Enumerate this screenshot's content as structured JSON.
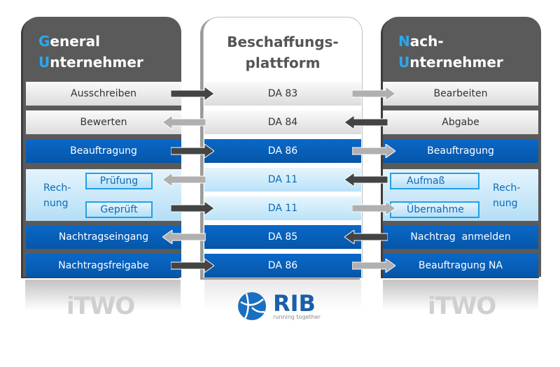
{
  "columns": {
    "general": {
      "line1_initial": "G",
      "line1_rest": "eneral",
      "line2_initial": "U",
      "line2_rest": "nternehmer",
      "logo": "iTWO"
    },
    "platform": {
      "line1": "Beschaffungs-",
      "line2": "plattform",
      "logo_text": "RIB",
      "logo_tagline": "running together"
    },
    "nach": {
      "line1_initial": "N",
      "line1_rest": "ach-",
      "line2_initial": "U",
      "line2_rest": "nternehmer",
      "logo": "iTWO"
    }
  },
  "rows": [
    {
      "left": "Ausschreiben",
      "center": "DA 83",
      "right": "Bearbeiten",
      "style": "light",
      "left_arrow": "right-dark",
      "right_arrow": "right-light"
    },
    {
      "left": "Bewerten",
      "center": "DA 84",
      "right": "Abgabe",
      "style": "light",
      "left_arrow": "left-light",
      "right_arrow": "left-dark"
    },
    {
      "left": "Beauftragung",
      "center": "DA 86",
      "right": "Beauftragung",
      "style": "blue",
      "left_arrow": "right-dark",
      "right_arrow": "right-light"
    },
    {
      "left": "Prüfung",
      "center": "DA 11",
      "right": "Aufmaß",
      "style": "pale",
      "left_arrow": "left-light",
      "right_arrow": "left-dark"
    },
    {
      "left": "Geprüft",
      "center": "DA 11",
      "right": "Übernahme",
      "style": "pale",
      "left_arrow": "right-dark",
      "right_arrow": "right-light"
    },
    {
      "left": "Nachtragseingang",
      "center": "DA 85",
      "right": "Nachtrag  anmelden",
      "style": "blue",
      "left_arrow": "left-light",
      "right_arrow": "left-dark"
    },
    {
      "left": "Nachtragsfreigabe",
      "center": "DA 86",
      "right": "Beauftragung NA",
      "style": "blue",
      "left_arrow": "right-dark",
      "right_arrow": "right-light"
    }
  ],
  "rechnung": {
    "line1": "Rech-",
    "line2": "nung"
  },
  "colors": {
    "accent": "#28a8ef",
    "blue": "#0a68c8",
    "dark_panel": "#5a5a5a",
    "arrow_dark": "#444444",
    "arrow_light": "#b0b0b0"
  }
}
